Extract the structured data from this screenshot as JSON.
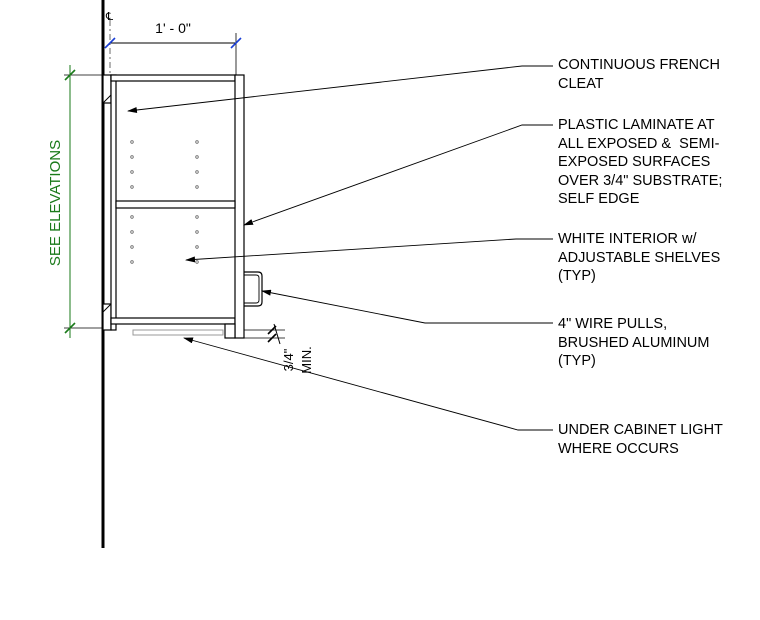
{
  "drawing": {
    "centerline_symbol": "℄",
    "width_dimension": "1' - 0\"",
    "height_reference": "SEE ELEVATIONS",
    "gap_dimension": "3/4\"",
    "gap_qualifier": "MIN.",
    "colors": {
      "linework": "#000000",
      "dimension_ticks": "#1a3fd6",
      "reference_label": "#1a7a1a"
    }
  },
  "notes": [
    {
      "id": "french-cleat",
      "text": "CONTINUOUS FRENCH\nCLEAT"
    },
    {
      "id": "plastic-laminate",
      "text": "PLASTIC LAMINATE AT\nALL EXPOSED &  SEMI-\nEXPOSED SURFACES\nOVER 3/4\" SUBSTRATE;\nSELF EDGE"
    },
    {
      "id": "white-interior",
      "text": "WHITE INTERIOR w/\nADJUSTABLE SHELVES\n(TYP)"
    },
    {
      "id": "wire-pulls",
      "text": "4\" WIRE PULLS,\nBRUSHED ALUMINUM\n(TYP)"
    },
    {
      "id": "under-cabinet-light",
      "text": "UNDER CABINET LIGHT\nWHERE OCCURS"
    }
  ]
}
